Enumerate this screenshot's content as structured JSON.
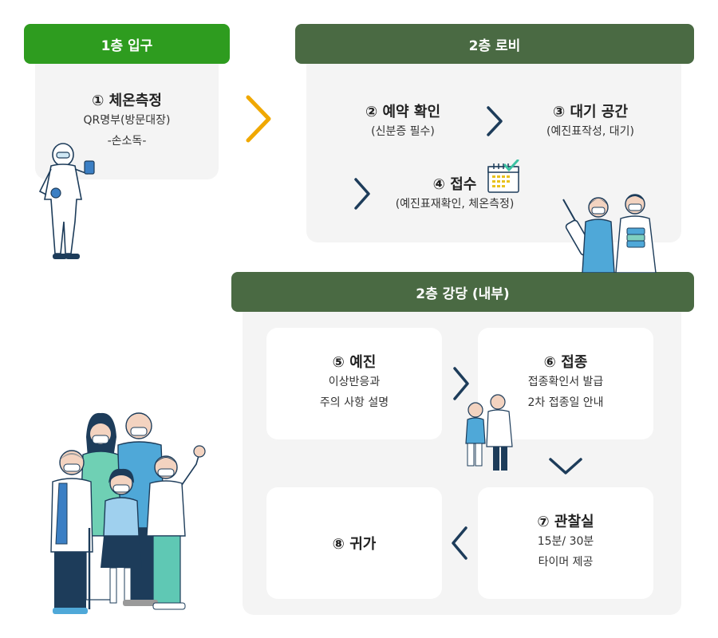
{
  "headers": {
    "floor1_entrance": "1층 입구",
    "floor2_lobby": "2층 로비",
    "floor2_hall": "2층 강당 (내부)"
  },
  "steps": [
    {
      "num": "①",
      "title": "체온측정",
      "lines": [
        "QR명부(방문대장)",
        "-손소독-"
      ]
    },
    {
      "num": "②",
      "title": "예약 확인",
      "lines": [
        "(신분증 필수)"
      ]
    },
    {
      "num": "③",
      "title": "대기 공간",
      "lines": [
        "(예진표작성, 대기)"
      ]
    },
    {
      "num": "④",
      "title": "접수",
      "lines": [
        "(예진표재확인, 체온측정)"
      ]
    },
    {
      "num": "⑤",
      "title": "예진",
      "lines": [
        "이상반응과",
        "주의 사항 설명"
      ]
    },
    {
      "num": "⑥",
      "title": "접종",
      "lines": [
        "접종확인서 발급",
        "2차 접종일 안내"
      ]
    },
    {
      "num": "⑦",
      "title": "관찰실",
      "lines": [
        "15분/ 30분",
        "타이머 제공"
      ]
    },
    {
      "num": "⑧",
      "title": "귀가",
      "lines": []
    }
  ],
  "colors": {
    "entrance_green": "#2e9c1f",
    "dark_green": "#4a6a43",
    "arrow_orange": "#f0a800",
    "arrow_navy": "#1d3c5a",
    "panel_bg": "#f4f4f4"
  }
}
